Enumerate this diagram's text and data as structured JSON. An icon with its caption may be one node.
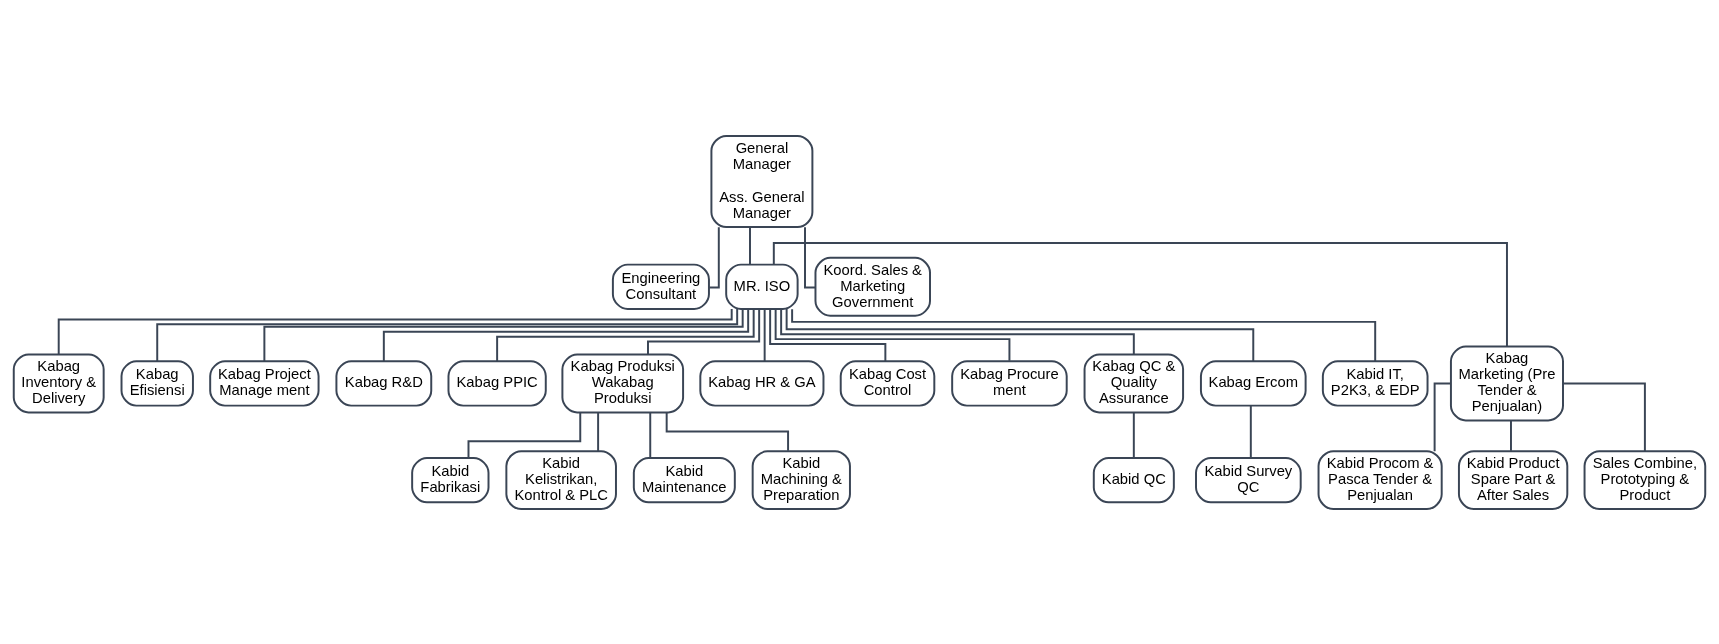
{
  "diagram": {
    "nodes": [
      {
        "text": [
          "General Manager",
          "Ass. General Manager"
        ]
      },
      {
        "text": [
          "Engineering Consultant"
        ]
      },
      {
        "text": [
          "MR. ISO"
        ]
      },
      {
        "text": [
          "Koord. Sales & Marketing Government"
        ]
      },
      {
        "text": [
          "Kabag Inventory & Delivery"
        ]
      },
      {
        "text": [
          "Kabag Efisiensi"
        ]
      },
      {
        "text": [
          "Kabag Project Manage ment"
        ]
      },
      {
        "text": [
          "Kabag R&D"
        ]
      },
      {
        "text": [
          "Kabag PPIC"
        ]
      },
      {
        "text": [
          "Kabag Produksi Wakabag Produksi"
        ]
      },
      {
        "text": [
          "Kabag HR & GA"
        ]
      },
      {
        "text": [
          "Kabag Cost Control"
        ]
      },
      {
        "text": [
          "Kabag Procure ment"
        ]
      },
      {
        "text": [
          "Kabag QC & Quality Assurance"
        ]
      },
      {
        "text": [
          "Kabag Ercom"
        ]
      },
      {
        "text": [
          "Kabid IT, P2K3, & EDP"
        ]
      },
      {
        "text": [
          "Kabag Marketing (Pre Tender & Penjualan)"
        ]
      },
      {
        "text": [
          "Kabid Fabrikasi"
        ]
      },
      {
        "text": [
          "Kabid Kelistrikan, Kontrol & PLC"
        ]
      },
      {
        "text": [
          "Kabid Maintenance"
        ]
      },
      {
        "text": [
          "Kabid Machining & Preparation"
        ]
      },
      {
        "text": [
          "Kabid QC"
        ]
      },
      {
        "text": [
          "Kabid Survey QC"
        ]
      },
      {
        "text": [
          "Kabid Procom & Pasca Tender & Penjualan"
        ]
      },
      {
        "text": [
          "Kabid Product Spare Part & After Sales"
        ]
      },
      {
        "text": [
          "Sales Combine, Prototyping & Product"
        ]
      }
    ],
    "edges": [
      {
        "from": 0,
        "to": 1,
        "arrow": "none"
      },
      {
        "from": 0,
        "to": 2,
        "arrow": "none"
      },
      {
        "from": 0,
        "to": 3,
        "arrow": "none"
      },
      {
        "from": 2,
        "to": 4,
        "arrow": "none"
      },
      {
        "from": 2,
        "to": 5,
        "arrow": "none"
      },
      {
        "from": 2,
        "to": 6,
        "arrow": "none"
      },
      {
        "from": 2,
        "to": 7,
        "arrow": "none"
      },
      {
        "from": 2,
        "to": 8,
        "arrow": "none"
      },
      {
        "from": 2,
        "to": 9,
        "arrow": "none"
      },
      {
        "from": 2,
        "to": 10,
        "arrow": "none"
      },
      {
        "from": 2,
        "to": 11,
        "arrow": "none"
      },
      {
        "from": 2,
        "to": 12,
        "arrow": "none"
      },
      {
        "from": 2,
        "to": 13,
        "arrow": "none"
      },
      {
        "from": 2,
        "to": 14,
        "arrow": "none"
      },
      {
        "from": 2,
        "to": 15,
        "arrow": "none"
      },
      {
        "from": 2,
        "to": 16,
        "arrow": "none"
      },
      {
        "from": 9,
        "to": 17,
        "arrow": "none"
      },
      {
        "from": 9,
        "to": 18,
        "arrow": "none"
      },
      {
        "from": 9,
        "to": 19,
        "arrow": "none"
      },
      {
        "from": 9,
        "to": 20,
        "arrow": "none"
      },
      {
        "from": 13,
        "to": 21,
        "arrow": "none"
      },
      {
        "from": 14,
        "to": 22,
        "arrow": "none"
      },
      {
        "from": 16,
        "to": 23,
        "arrow": "none"
      },
      {
        "from": 16,
        "to": 24,
        "arrow": "none"
      },
      {
        "from": 16,
        "to": 25,
        "arrow": "none"
      }
    ]
  }
}
